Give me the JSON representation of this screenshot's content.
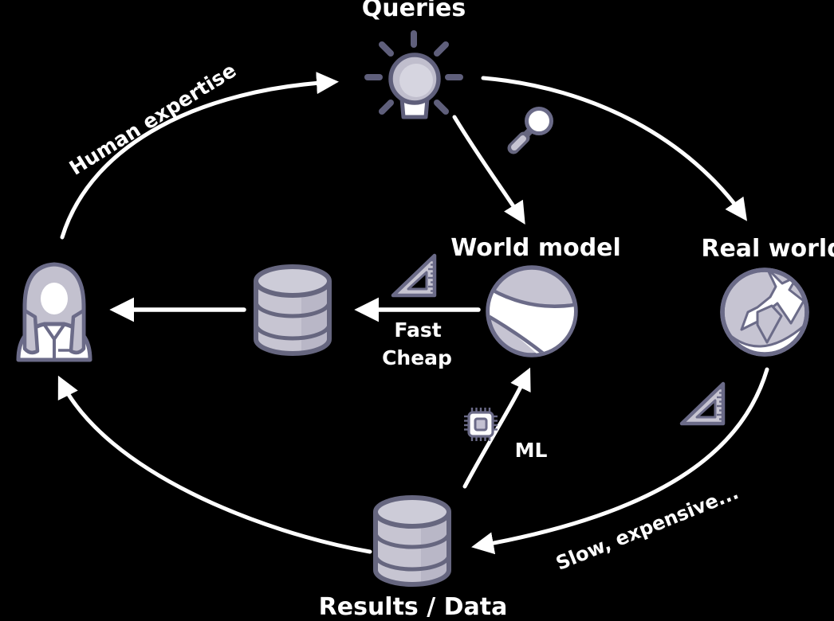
{
  "diagram": {
    "background_color": "#000000",
    "colors": {
      "icon_outline": "#66667f",
      "icon_fill": "#c6c4d2",
      "icon_fill_light": "#d6d5e0",
      "icon_white": "#ffffff",
      "arrow": "#ffffff",
      "text": "#ffffff"
    },
    "nodes": {
      "queries": {
        "label": "Queries",
        "icon": "lightbulb-icon"
      },
      "world_model": {
        "label": "World model",
        "icon": "world-model-globe-icon"
      },
      "real_world": {
        "label": "Real world",
        "icon": "earth-icon"
      },
      "results_data": {
        "label": "Results / Data",
        "icon": "database-icon"
      },
      "scientist": {
        "icon": "scientist-icon"
      },
      "intermediate_database": {
        "icon": "database-icon"
      }
    },
    "edges": {
      "human_expertise": {
        "label": "Human expertise",
        "from": "scientist",
        "to": "queries"
      },
      "queries_to_real_world": {
        "from": "queries",
        "to": "real_world",
        "icon": "magnifier-icon"
      },
      "queries_to_world_model": {
        "from": "queries",
        "to": "world_model"
      },
      "world_model_to_database": {
        "label_line1": "Fast",
        "label_line2": "Cheap",
        "icon": "ruler-icon",
        "from": "world_model",
        "to": "intermediate_database"
      },
      "database_to_scientist": {
        "from": "intermediate_database",
        "to": "scientist"
      },
      "ml": {
        "label": "ML",
        "icon": "chip-icon",
        "from": "results_data",
        "to": "world_model"
      },
      "slow_expensive": {
        "label": "Slow, expensive...",
        "icon": "ruler-icon",
        "from": "real_world",
        "to": "results_data"
      },
      "results_to_scientist": {
        "from": "results_data",
        "to": "scientist"
      }
    }
  }
}
